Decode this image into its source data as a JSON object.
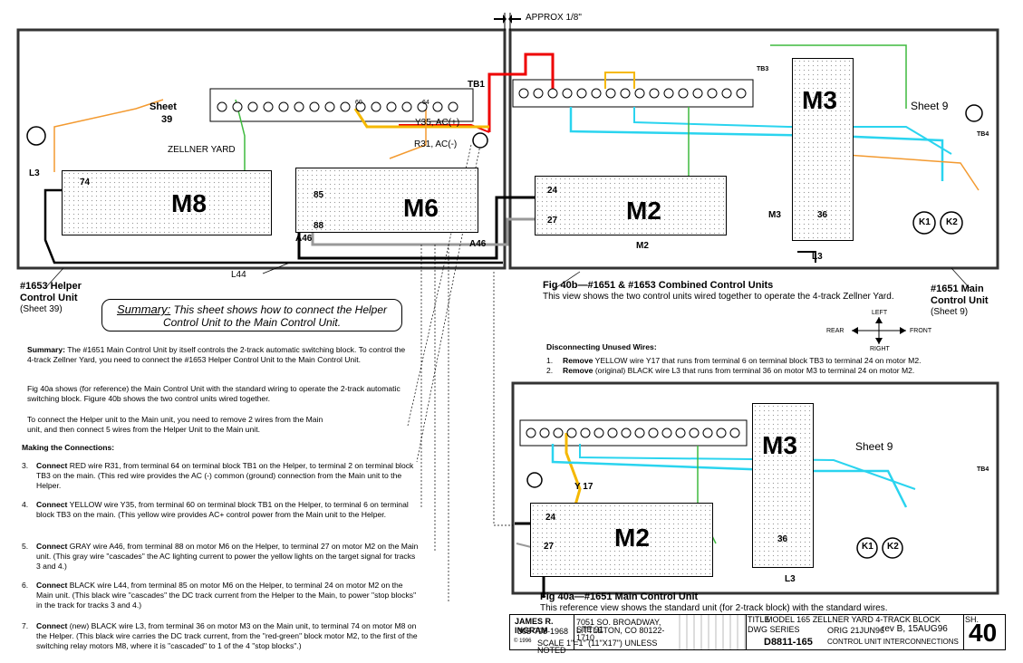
{
  "approx_label": "APPROX 1/8\"",
  "left_panel": {
    "sheet_label": "Sheet",
    "sheet_num": "39",
    "tb1": "TB1",
    "zellner": "ZELLNER YARD",
    "y35": "Y35, AC(+)",
    "r31": "R31, AC(-)",
    "m8": "M8",
    "m6": "M6",
    "l3": "L3",
    "a46a": "A46",
    "a46b": "A46",
    "t74": "74",
    "t85": "85",
    "t88": "88",
    "t60": "60",
    "t64": "64",
    "l44": "L44"
  },
  "right_panel": {
    "m3": "M3",
    "m2": "M2",
    "sheet": "Sheet 9",
    "tb3": "TB3",
    "tb4": "TB4",
    "t24": "24",
    "t27": "27",
    "t36": "36",
    "k1": "K1",
    "k2": "K2",
    "l3": "L3",
    "m3small": "M3",
    "m2small": "M2"
  },
  "fig40b_title": "Fig 40b—#1651 & #1653 Combined Control Units",
  "fig40b_sub": "This view shows the two control units wired together to operate the  4-track Zellner Yard.",
  "helper_label_1": "#1653 Helper",
  "helper_label_2": "Control Unit",
  "helper_label_3": "(Sheet 39)",
  "main_label_1": "#1651 Main",
  "main_label_2": "Control Unit",
  "main_label_3": "(Sheet 9)",
  "summary_head": "Summary:",
  "summary_line1": " This sheet shows how to connect the Helper",
  "summary_line2": "Control Unit to the Main Control Unit.",
  "compass": {
    "left": "LEFT",
    "right": "RIGHT",
    "rear": "REAR",
    "front": "FRONT"
  },
  "body_para1_head": "Summary:",
  "body_para1": " The #1651 Main Control Unit by itself controls the 2-track automatic switching block. To control the 4-track Zellner Yard, you need to connect the #1653 Helper Control Unit to the Main Control Unit.",
  "body_para2": "Fig 40a shows (for reference) the Main Control Unit with the standard wiring to operate the 2-track automatic switching block.  Figure 40b shows the two control units wired together.",
  "body_para3": "To connect the Helper unit to the Main unit, you need to remove 2 wires from the Main unit, and then connect 5 wires from the Helper Unit to the Main unit.",
  "making_head": "Making the Connections:",
  "steps": [
    {
      "num": "3.",
      "verb": "Connect",
      "text": " RED wire R31, from terminal 64 on terminal block TB1 on the Helper, to terminal 2 on terminal block TB3 on the main.  (This red wire provides the AC (-) common (ground) connection from the Main unit to the Helper."
    },
    {
      "num": "4.",
      "verb": "Connect",
      "text": " YELLOW wire Y35, from terminal 60 on terminal block TB1 on the Helper, to terminal 6 on terminal block TB3 on the main.  (This yellow wire provides AC+ control power from the Main unit to the Helper."
    },
    {
      "num": "5.",
      "verb": "Connect",
      "text": " GRAY wire A46, from terminal 88 on motor M6 on the Helper, to terminal 27 on motor M2 on the Main unit.  (This gray wire \"cascades\" the AC lighting current to power the yellow lights on the target signal for tracks 3 and 4.)"
    },
    {
      "num": "6.",
      "verb": "Connect",
      "text": " BLACK wire L44, from terminal 85 on motor M6 on the Helper, to terminal 24 on motor M2 on the Main unit.  (This black wire \"cascades\" the DC track current from the Helper to the Main, to power \"stop blocks\" in the track for tracks 3 and 4.)"
    },
    {
      "num": "7.",
      "verb": "Connect",
      "text": " (new) BLACK wire L3, from terminal 36 on motor M3 on the Main unit, to terminal 74 on motor M8 on the Helper.  (This black wire carries the DC track current, from the \"red-green\" block motor M2, to the first of the switching relay motors M8, where it is \"cascaded\" to 1 of the 4 \"stop blocks\".)"
    }
  ],
  "disconnect_head": "Disconnecting Unused Wires:",
  "disconnect": [
    {
      "num": "1.",
      "verb": "Remove",
      "text": " YELLOW wire Y17 that runs from terminal 6 on terminal block TB3 to terminal 24 on motor M2."
    },
    {
      "num": "2.",
      "verb": "Remove",
      "text": " (original) BLACK wire L3 that runs from terminal 36 on motor M3 to terminal 24 on motor M2."
    }
  ],
  "fig40a_panel": {
    "m3": "M3",
    "m2": "M2",
    "sheet": "Sheet 9",
    "y17": "Y 17",
    "t24": "24",
    "t27": "27",
    "t36": "36",
    "k1": "K1",
    "k2": "K2",
    "l3": "L3",
    "tb4": "TB4"
  },
  "fig40a_title": "Fig 40a—#1651 Main Control Unit",
  "fig40a_sub": "This reference view shows the standard unit (for 2-track block) with the standard wires.",
  "title_block": {
    "author": "JAMES R. INGRAM",
    "phone": "303-798-1968",
    "addr1": "7051 SO. BROADWAY, STE 91",
    "addr2": "LITTLETON, CO 80122-1710",
    "copyright": "© 1996",
    "scale": "SCALE 1\"=1\" (11\"X17\") UNLESS NOTED",
    "title_key": "TITLE",
    "title": "MODEL 165 ZELLNER YARD 4-TRACK BLOCK",
    "dwg_key": "DWG SERIES",
    "orig_key": "ORIG 21JUN96",
    "rev": "rev B, 15AUG96",
    "dwg_no": "D8811-165",
    "subtitle": "CONTROL UNIT INTERCONNECTIONS",
    "sh_key": "SH.",
    "sheet": "40"
  }
}
